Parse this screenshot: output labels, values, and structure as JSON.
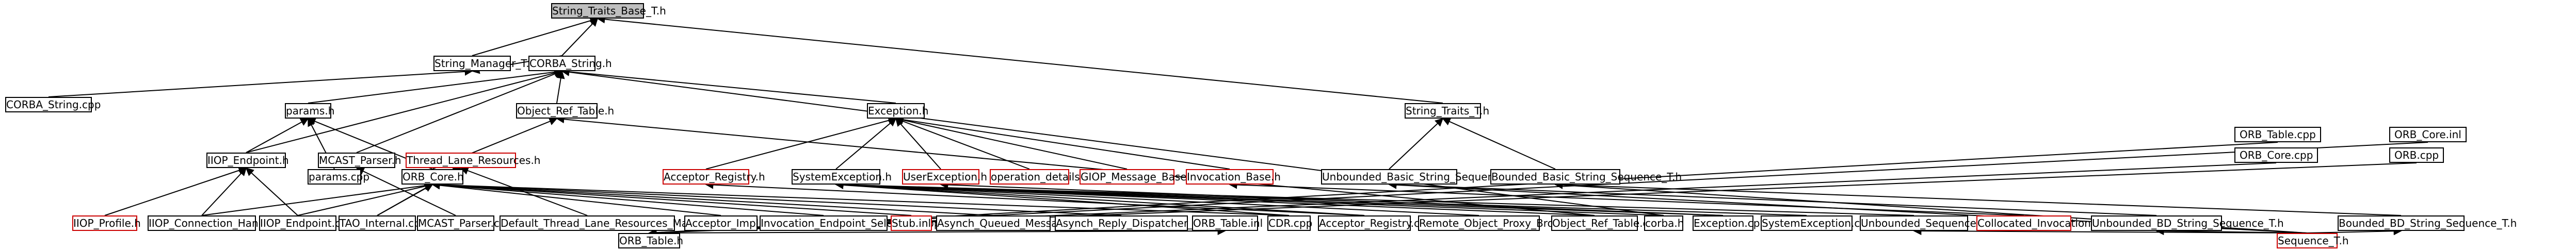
{
  "nodes": {
    "string_traits_base": "String_Traits_Base_T.h",
    "string_manager": "String_Manager_T.h",
    "corba_string_h": "CORBA_String.h",
    "corba_string_cpp": "CORBA_String.cpp",
    "params_h": "params.h",
    "object_ref_table_h": "Object_Ref_Table.h",
    "exception_h": "Exception.h",
    "string_traits_t": "String_Traits_T.h",
    "iiop_endpoint_h": "IIOP_Endpoint.h",
    "mcast_parser_h": "MCAST_Parser.h",
    "thread_lane_resources_h": "Thread_Lane_Resources.h",
    "params_cpp": "params.cpp",
    "orb_core_h": "ORB_Core.h",
    "acceptor_registry_h": "Acceptor_Registry.h",
    "systemexception_h": "SystemException.h",
    "userexception_h": "UserException.h",
    "operation_details_h": "operation_details.h",
    "giop_message_base_h": "GIOP_Message_Base.h",
    "invocation_base_h": "Invocation_Base.h",
    "unbounded_basic_string_sequence": "Unbounded_Basic_String_Sequence_T.h",
    "bounded_basic_string_sequence": "Bounded_Basic_String_Sequence_T.h",
    "iiop_profile_h": "IIOP_Profile.h",
    "iiop_connection_handler_cpp": "IIOP_Connection_Handler.cpp",
    "iiop_endpoint_cpp": "IIOP_Endpoint.cpp",
    "tao_internal_cpp": "TAO_Internal.cpp",
    "mcast_parser_cpp": "MCAST_Parser.cpp",
    "default_thread_lane_resources_manager_cpp": "Default_Thread_Lane_Resources_Manager.cpp",
    "acceptor_impl_cpp": "Acceptor_Impl.cpp",
    "invocation_endpoint_selectors_cpp": "Invocation_Endpoint_Selectors.cpp",
    "stub_inl": "Stub.inl",
    "asynch_queued_message_cpp": "Asynch_Queued_Message.cpp",
    "asynch_reply_dispatcher_base_cpp": "Asynch_Reply_Dispatcher_Base.cpp",
    "orb_table_inl": "ORB_Table.inl",
    "cdr_cpp": "CDR.cpp",
    "acceptor_registry_cpp": "Acceptor_Registry.cpp",
    "remote_object_proxy_broker_cpp": "Remote_Object_Proxy_Broker.cpp",
    "object_ref_table_cpp": "Object_Ref_Table.cpp",
    "corba_h": "corba.h",
    "exception_cpp": "Exception.cpp",
    "systemexception_cpp": "SystemException.cpp",
    "unbounded_sequence_cdr": "Unbounded_Sequence_CDR_T.h",
    "collocated_invocation_h": "Collocated_Invocation.h",
    "unbounded_bd_string_sequence": "Unbounded_BD_String_Sequence_T.h",
    "bounded_bd_string_sequence": "Bounded_BD_String_Sequence_T.h",
    "sequence_t": "Sequence_T.h",
    "orb_table_h": "ORB_Table.h",
    "orb_table_cpp": "ORB_Table.cpp",
    "orb_core_inl": "ORB_Core.inl",
    "orb_core_cpp": "ORB_Core.cpp",
    "orb_cpp": "ORB.cpp"
  },
  "colors": {
    "normal_edge": "#000000",
    "red_edge": "#cc0000",
    "root_fill": "#bfbfbf"
  }
}
